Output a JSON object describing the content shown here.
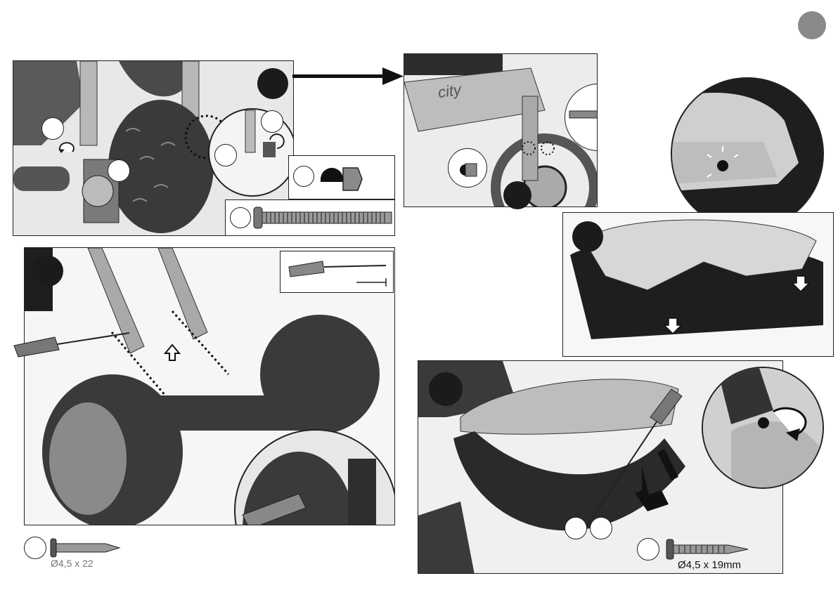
{
  "page": {
    "brand_word": "city",
    "screw_dimension": "Ø4,5 x 19mm",
    "screw_dimension_partial": "Ø4,5 x 22"
  },
  "icons": {
    "page_badge": "gray-circle-badge",
    "step_badge": "black-circle-badge",
    "arrow": "right-arrow-icon",
    "screwdriver": "screwdriver-icon",
    "screw": "screw-icon",
    "cap_nut": "cap-nut-icon",
    "rotate": "rotate-arrow-icon",
    "push_down": "push-down-arrow-icon"
  },
  "colors": {
    "ink": "#1b1b1b",
    "badge_gray": "#8a8a8a",
    "tyre": "#3a3a3a",
    "plastic_light": "#d9d9d9",
    "metal": "#a9a9a9"
  }
}
